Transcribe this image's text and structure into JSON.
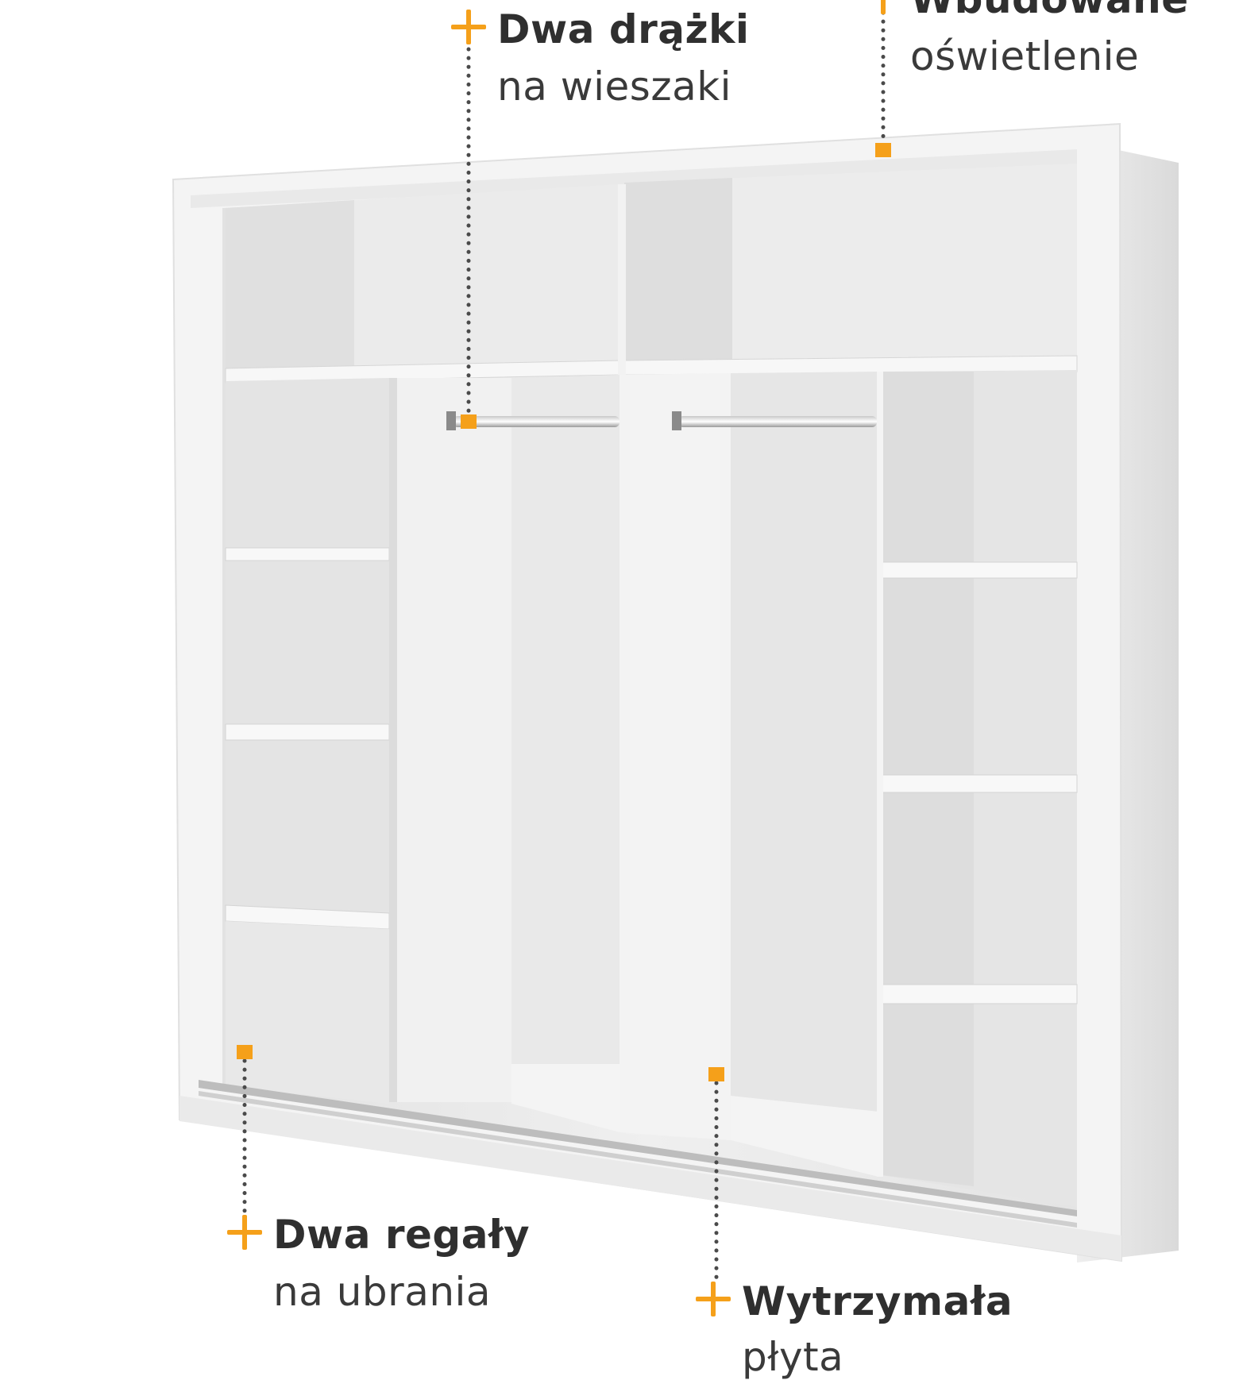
{
  "colors": {
    "accent": "#f5a01a",
    "dots": "#4a4a4a",
    "wardrobe_light": "#f6f6f6",
    "wardrobe_mid": "#e6e6e6",
    "wardrobe_shadow": "#d4d4d4"
  },
  "callouts": {
    "rails": {
      "title": "Dwa drążki",
      "subtitle": "na wieszaki",
      "icon": "plus-icon"
    },
    "lighting": {
      "title": "Wbudowane",
      "subtitle": "oświetlenie",
      "icon": "plus-icon"
    },
    "shelves": {
      "title": "Dwa regały",
      "subtitle": "na ubrania",
      "icon": "plus-icon"
    },
    "board": {
      "title": "Wytrzymała",
      "subtitle": "płyta",
      "icon": "plus-icon"
    }
  }
}
